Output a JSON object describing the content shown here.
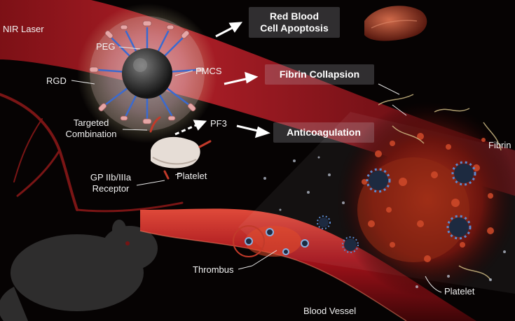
{
  "labels": {
    "nir_laser": "NIR Laser",
    "peg": "PEG",
    "pmcs": "PMCS",
    "rgd": "RGD",
    "targeted_combination_1": "Targeted",
    "targeted_combination_2": "Combination",
    "pf3": "PF3",
    "gp_receptor_1": "GP IIb/IIIa",
    "gp_receptor_2": "Receptor",
    "platelet_left": "Platelet",
    "thrombus": "Thrombus",
    "blood_vessel": "Blood Vessel",
    "fibrin": "Fibrin",
    "platelet_right": "Platelet"
  },
  "outcomes": {
    "rbc_apoptosis_1": "Red Blood",
    "rbc_apoptosis_2": "Cell Apoptosis",
    "fibrin_collapse": "Fibrin Collapsion",
    "anticoagulation": "Anticoagulation"
  },
  "colors": {
    "laser_red": "#c0212b",
    "vessel_red": "#b3141c",
    "label_box": "#c8c8d2"
  }
}
